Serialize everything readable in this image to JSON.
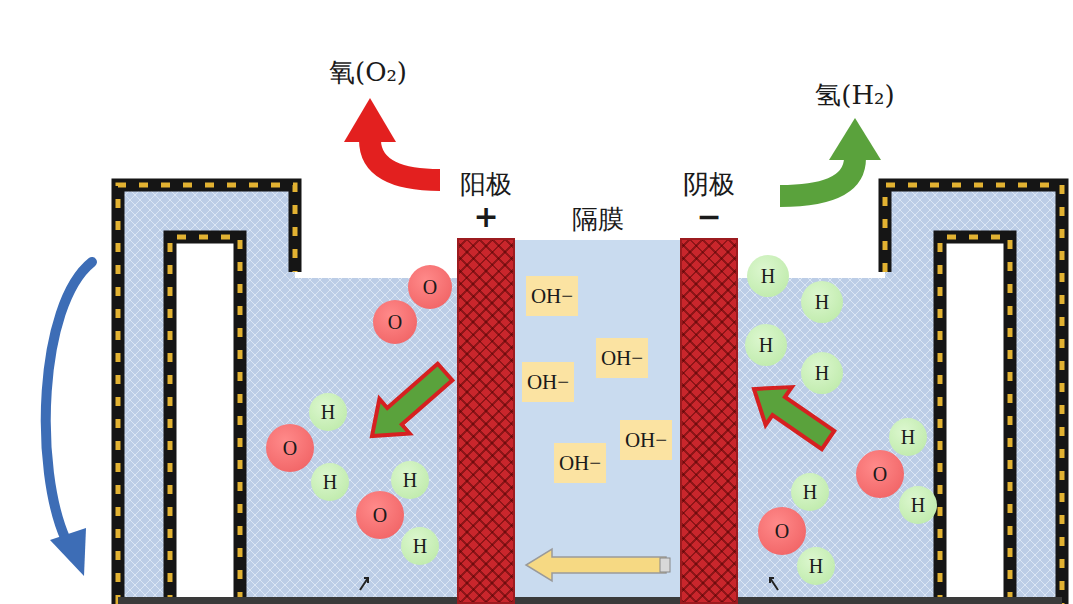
{
  "diagram": {
    "nodes": [
      {
        "text": [
          "O"
        ]
      },
      {
        "text": [
          "O"
        ]
      },
      {
        "text": [
          "H"
        ]
      },
      {
        "text": [
          "O"
        ]
      },
      {
        "text": [
          "H"
        ]
      },
      {
        "text": [
          "H"
        ]
      },
      {
        "text": [
          "O"
        ]
      },
      {
        "text": [
          "H"
        ]
      },
      {
        "text": [
          "阳极",
          "+"
        ]
      },
      {
        "text": [
          "隔膜"
        ]
      },
      {
        "text": [
          "OH−"
        ],
        "in": 9
      },
      {
        "text": [
          "OH−"
        ],
        "in": 9
      },
      {
        "text": [
          "OH−"
        ],
        "in": 9
      },
      {
        "text": [
          "OH−"
        ],
        "in": 9
      },
      {
        "text": [
          "OH−"
        ],
        "in": 9
      },
      {
        "text": [
          "阴极",
          "−"
        ]
      },
      {
        "text": [
          "H"
        ]
      },
      {
        "text": [
          "H"
        ]
      },
      {
        "text": [
          "H"
        ]
      },
      {
        "text": [
          "H"
        ]
      },
      {
        "text": [
          "H"
        ]
      },
      {
        "text": [
          "O"
        ]
      },
      {
        "text": [
          "H"
        ]
      },
      {
        "text": [
          "H"
        ]
      },
      {
        "text": [
          "O"
        ]
      },
      {
        "text": [
          "H"
        ]
      }
    ],
    "labels": [
      "氧(O₂)",
      "氢(H₂)"
    ]
  }
}
